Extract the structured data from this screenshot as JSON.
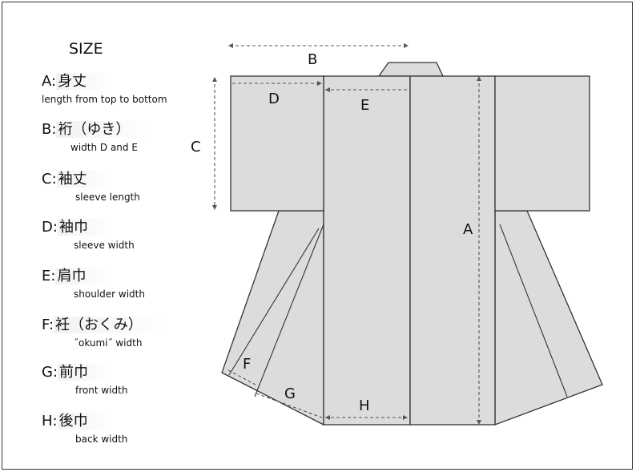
{
  "title": "SIZE",
  "legend": [
    {
      "key": "A",
      "jp": "身丈",
      "en": "length from top to bottom"
    },
    {
      "key": "B",
      "jp": "裄（ゆき）",
      "en": "width D and E"
    },
    {
      "key": "C",
      "jp": "袖丈",
      "en": "sleeve length"
    },
    {
      "key": "D",
      "jp": "袖巾",
      "en": "sleeve width"
    },
    {
      "key": "E",
      "jp": "肩巾",
      "en": "shoulder width"
    },
    {
      "key": "F",
      "jp": "衽（おくみ）",
      "en": "˝okumi˝ width"
    },
    {
      "key": "G",
      "jp": "前巾",
      "en": "front width"
    },
    {
      "key": "H",
      "jp": "後巾",
      "en": "back width"
    }
  ],
  "diagram_labels": {
    "A": "A",
    "B": "B",
    "C": "C",
    "D": "D",
    "E": "E",
    "F": "F",
    "G": "G",
    "H": "H"
  },
  "colors": {
    "garment_fill": "#dcdcdc",
    "outline": "#333333",
    "measure": "#555555"
  }
}
